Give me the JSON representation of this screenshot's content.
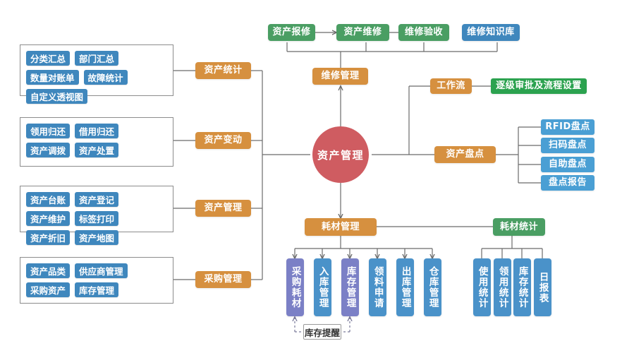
{
  "diagram": {
    "title": "资产管理",
    "hub": {
      "label": "资产管理"
    },
    "colors": {
      "hub": "#cf5c61",
      "orange": "#d6903f",
      "green": "#4a9e63",
      "green_bright": "#2ba24f",
      "blue": "#3f87bd",
      "blue_light": "#4a9fd4",
      "blue_column": "#4a92c9",
      "purple_column": "#7b80c6",
      "line": "#6b6b6b",
      "group_border": "#8c8c8c"
    },
    "left_branches": [
      {
        "label": "资产统计",
        "tags": [
          "分类汇总",
          "部门汇总",
          "数量对账单",
          "故障统计",
          "自定义透视图"
        ]
      },
      {
        "label": "资产变动",
        "tags": [
          "领用归还",
          "借用归还",
          "资产调拨",
          "资产处置"
        ]
      },
      {
        "label": "资产管理",
        "tags": [
          "资产台账",
          "资产登记",
          "资产维护",
          "标签打印",
          "资产折旧",
          "资产地图"
        ]
      },
      {
        "label": "采购管理",
        "tags": [
          "资产品类",
          "供应商管理",
          "采购资产",
          "库存管理"
        ]
      }
    ],
    "repair": {
      "parent": "维修管理",
      "flow": [
        "资产报修",
        "资产维修",
        "维修验收"
      ],
      "knowledge_base": "维修知识库"
    },
    "workflow": {
      "label": "工作流",
      "child": "逐级审批及流程设置"
    },
    "inventory_check": {
      "label": "资产盘点",
      "children": [
        "RFID盘点",
        "扫码盘点",
        "自助盘点",
        "盘点报告"
      ]
    },
    "consumables": {
      "label": "耗材管理",
      "children": [
        "采购耗材",
        "入库管理",
        "库存管理",
        "领料申请",
        "出库管理",
        "仓库管理"
      ],
      "highlighted": [
        "采购耗材",
        "库存管理"
      ],
      "alert": "库存提醒"
    },
    "consumable_stats": {
      "label": "耗材统计",
      "children": [
        "使用统计",
        "领用统计",
        "库存统计",
        "日报表"
      ]
    }
  }
}
